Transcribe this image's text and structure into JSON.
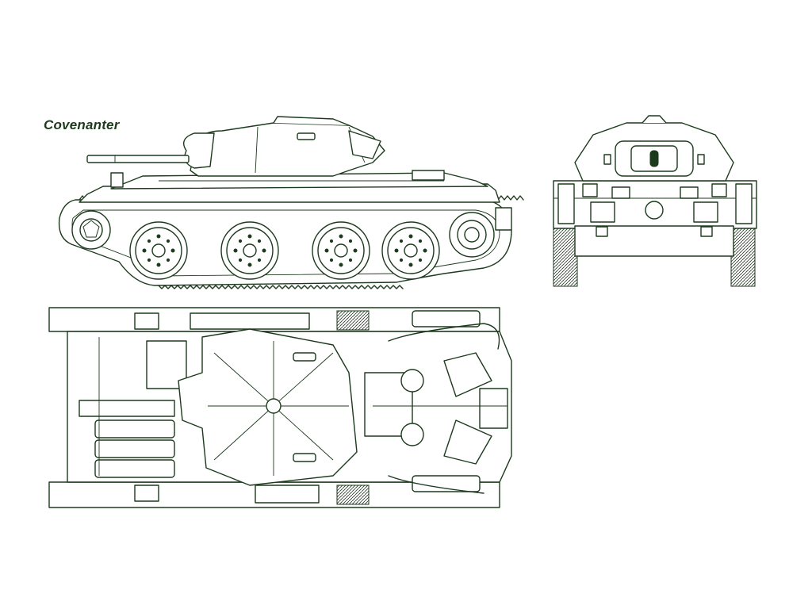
{
  "title": "Covenanter",
  "colors": {
    "line": "#1d3a1d",
    "background": "#ffffff"
  },
  "views": [
    "side-view",
    "rear-view",
    "top-view"
  ]
}
